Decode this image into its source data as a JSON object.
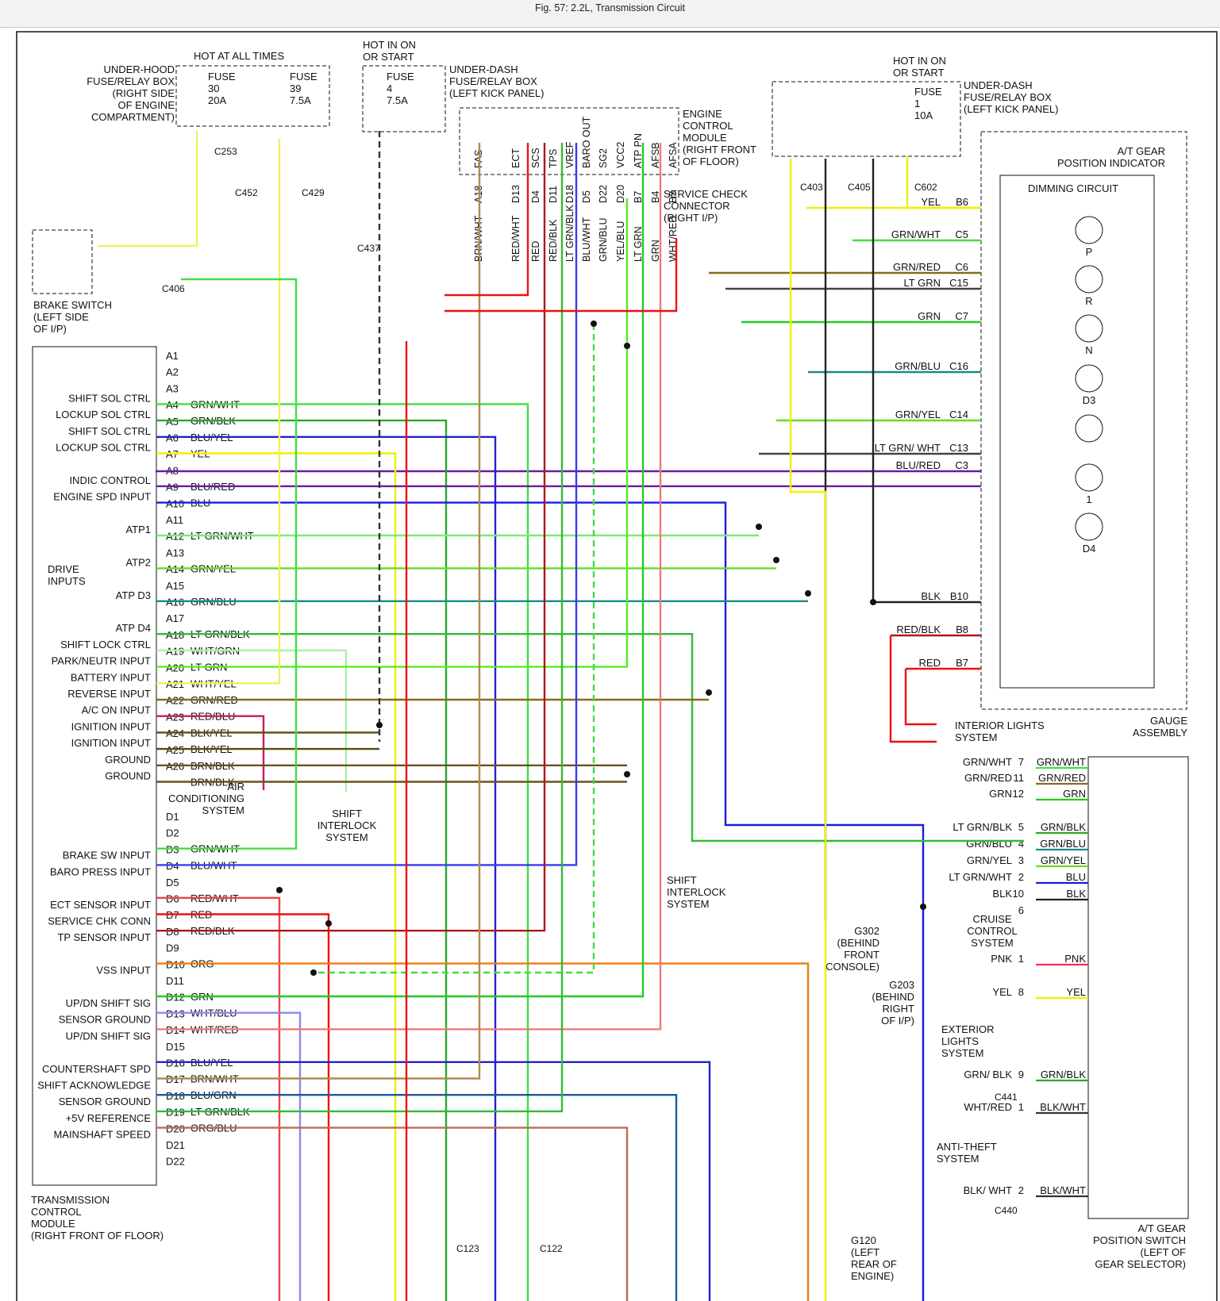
{
  "title": "Fig. 57: 2.2L, Transmission Circuit",
  "power": {
    "hot_at_all_times": "HOT AT ALL TIMES",
    "hot_in_on_or_start": [
      "HOT IN ON",
      "OR START"
    ],
    "underhood_box": [
      "UNDER-HOOD",
      "FUSE/RELAY BOX",
      "(RIGHT SIDE",
      "OF ENGINE",
      "COMPARTMENT)"
    ],
    "underdash_box": [
      "UNDER-DASH",
      "FUSE/RELAY BOX",
      "(LEFT KICK PANEL)"
    ],
    "fuse30": [
      "FUSE",
      "30",
      "20A"
    ],
    "fuse39": [
      "FUSE",
      "39",
      "7.5A"
    ],
    "fuse4": [
      "FUSE",
      "4",
      "7.5A"
    ],
    "fuse1": [
      "FUSE",
      "1",
      "10A"
    ]
  },
  "ecm": {
    "label": [
      "ENGINE",
      "CONTROL",
      "MODULE",
      "(RIGHT FRONT",
      "OF FLOOR)"
    ],
    "pins": [
      "FAS",
      "ECT",
      "SCS",
      "TPS",
      "VREF",
      "BARO OUT",
      "SG2",
      "VCC2",
      "ATP PN",
      "AFSB",
      "AFSA"
    ],
    "pin_ids": [
      "A18",
      "D13",
      "D4",
      "D11",
      "D18",
      "D5",
      "D22",
      "D20",
      "B7",
      "B4",
      "B3"
    ],
    "wires": [
      "BRN/WHT",
      "RED/WHT",
      "RED",
      "RED/BLK",
      "LT GRN/BLK",
      "BLU/WHT",
      "GRN/BLU",
      "YEL/BLU",
      "LT GRN",
      "GRN",
      "WHT/RED"
    ]
  },
  "service_check": [
    "SERVICE CHECK",
    "CONNECTOR",
    "(RIGHT I/P)"
  ],
  "tcm": {
    "label": [
      "TRANSMISSION",
      "CONTROL",
      "MODULE",
      "(RIGHT FRONT OF FLOOR)"
    ],
    "pins_a": [
      {
        "pin": "A1",
        "func": "",
        "wire": ""
      },
      {
        "pin": "A2",
        "func": "",
        "wire": ""
      },
      {
        "pin": "A3",
        "func": "SHIFT SOL CTRL",
        "wire": "GRN/WHT"
      },
      {
        "pin": "A4",
        "func": "LOCKUP SOL CTRL",
        "wire": "GRN/BLK"
      },
      {
        "pin": "A5",
        "func": "SHIFT SOL CTRL",
        "wire": "BLU/YEL"
      },
      {
        "pin": "A6",
        "func": "LOCKUP SOL CTRL",
        "wire": "YEL"
      },
      {
        "pin": "A7",
        "func": "",
        "wire": ""
      },
      {
        "pin": "A8",
        "func": "INDIC CONTROL",
        "wire": "BLU/RED"
      },
      {
        "pin": "A9",
        "func": "ENGINE SPD INPUT",
        "wire": "BLU"
      },
      {
        "pin": "A10",
        "func": "",
        "wire": ""
      },
      {
        "pin": "A11",
        "func": "ATP1",
        "wire": "LT GRN/WHT"
      },
      {
        "pin": "A12",
        "func": "",
        "wire": ""
      },
      {
        "pin": "A13",
        "func": "ATP2",
        "wire": "GRN/YEL"
      },
      {
        "pin": "A14",
        "func": "",
        "wire": ""
      },
      {
        "pin": "A15",
        "func": "ATP D3",
        "wire": "GRN/BLU"
      },
      {
        "pin": "A16",
        "func": "",
        "wire": ""
      },
      {
        "pin": "A17",
        "func": "ATP D4",
        "wire": "LT GRN/BLK"
      },
      {
        "pin": "A18",
        "func": "SHIFT LOCK CTRL",
        "wire": "WHT/GRN"
      },
      {
        "pin": "A19",
        "func": "PARK/NEUTR INPUT",
        "wire": "LT GRN"
      },
      {
        "pin": "A20",
        "func": "BATTERY INPUT",
        "wire": "WHT/YEL"
      },
      {
        "pin": "A21",
        "func": "REVERSE INPUT",
        "wire": "GRN/RED"
      },
      {
        "pin": "A22",
        "func": "A/C ON INPUT",
        "wire": "RED/BLU"
      },
      {
        "pin": "A23",
        "func": "IGNITION INPUT",
        "wire": "BLK/YEL"
      },
      {
        "pin": "A24",
        "func": "IGNITION INPUT",
        "wire": "BLK/YEL"
      },
      {
        "pin": "A25",
        "func": "GROUND",
        "wire": "BRN/BLK"
      },
      {
        "pin": "A26",
        "func": "GROUND",
        "wire": "BRN/BLK"
      }
    ],
    "pins_d": [
      {
        "pin": "D1",
        "func": "",
        "wire": ""
      },
      {
        "pin": "D2",
        "func": "BRAKE SW INPUT",
        "wire": "GRN/WHT"
      },
      {
        "pin": "D3",
        "func": "BARO PRESS INPUT",
        "wire": "BLU/WHT"
      },
      {
        "pin": "D4",
        "func": "",
        "wire": ""
      },
      {
        "pin": "D5",
        "func": "ECT SENSOR INPUT",
        "wire": "RED/WHT"
      },
      {
        "pin": "D6",
        "func": "SERVICE CHK CONN",
        "wire": "RED"
      },
      {
        "pin": "D7",
        "func": "TP SENSOR INPUT",
        "wire": "RED/BLK"
      },
      {
        "pin": "D8",
        "func": "",
        "wire": ""
      },
      {
        "pin": "D9",
        "func": "VSS INPUT",
        "wire": "ORG"
      },
      {
        "pin": "D10",
        "func": "",
        "wire": ""
      },
      {
        "pin": "D11",
        "func": "UP/DN SHIFT SIG",
        "wire": "GRN"
      },
      {
        "pin": "D12",
        "func": "SENSOR GROUND",
        "wire": "WHT/BLU"
      },
      {
        "pin": "D13",
        "func": "UP/DN SHIFT SIG",
        "wire": "WHT/RED"
      },
      {
        "pin": "D14",
        "func": "",
        "wire": ""
      },
      {
        "pin": "D15",
        "func": "COUNTERSHAFT SPD",
        "wire": "BLU/YEL"
      },
      {
        "pin": "D16",
        "func": "SHIFT ACKNOWLEDGE",
        "wire": "BRN/WHT"
      },
      {
        "pin": "D17",
        "func": "SENSOR GROUND",
        "wire": "BLU/GRN"
      },
      {
        "pin": "D18",
        "func": "+5V REFERENCE",
        "wire": "LT GRN/BLK"
      },
      {
        "pin": "D19",
        "func": "MAINSHAFT SPEED",
        "wire": "ORG/BLU"
      },
      {
        "pin": "D20",
        "func": "",
        "wire": ""
      },
      {
        "pin": "D21",
        "func": "",
        "wire": ""
      },
      {
        "pin": "D22",
        "func": "",
        "wire": ""
      }
    ],
    "drive_inputs": [
      "DRIVE",
      "INPUTS"
    ]
  },
  "brake_switch": [
    "BRAKE SWITCH",
    "(LEFT SIDE",
    "OF I/P)"
  ],
  "labels": {
    "air_cond": [
      "AIR",
      "CONDITIONING",
      "SYSTEM"
    ],
    "shift_interlock": [
      "SHIFT",
      "INTERLOCK",
      "SYSTEM"
    ],
    "interior_lights": [
      "INTERIOR LIGHTS",
      "SYSTEM"
    ],
    "gauge_assembly": [
      "GAUGE",
      "ASSEMBLY"
    ],
    "at_gear_indicator": [
      "A/T GEAR",
      "POSITION INDICATOR"
    ],
    "dimming": "DIMMING CIRCUIT",
    "cruise": [
      "CRUISE",
      "CONTROL",
      "SYSTEM"
    ],
    "exterior": [
      "EXTERIOR",
      "LIGHTS",
      "SYSTEM"
    ],
    "anti_theft": [
      "ANTI-THEFT",
      "SYSTEM"
    ],
    "at_switch": [
      "A/T GEAR",
      "POSITION SWITCH",
      "(LEFT OF",
      "GEAR SELECTOR)"
    ],
    "g302": [
      "G302",
      "(BEHIND",
      "FRONT",
      "CONSOLE)"
    ],
    "g203": [
      "G203",
      "(BEHIND",
      "RIGHT",
      "OF I/P)"
    ],
    "g120": [
      "G120",
      "(LEFT",
      "REAR OF",
      "ENGINE)"
    ]
  },
  "gauge_pins": [
    {
      "wire": "YEL",
      "pin": "B6"
    },
    {
      "wire": "GRN/WHT",
      "pin": "C5"
    },
    {
      "wire": "GRN/RED",
      "pin": "C6"
    },
    {
      "wire": "LT GRN",
      "pin": "C15"
    },
    {
      "wire": "GRN",
      "pin": "C7"
    },
    {
      "wire": "GRN/BLU",
      "pin": "C16"
    },
    {
      "wire": "GRN/YEL",
      "pin": "C14"
    },
    {
      "wire": "LT GRN/ WHT",
      "pin": "C13"
    },
    {
      "wire": "BLU/RED",
      "pin": "C3"
    },
    {
      "wire": "BLK",
      "pin": "B10"
    },
    {
      "wire": "RED/BLK",
      "pin": "B8"
    },
    {
      "wire": "RED",
      "pin": "B7"
    }
  ],
  "lamps": [
    "P",
    "R",
    "N",
    "D3",
    "",
    "1",
    "D4"
  ],
  "switch_pins": [
    {
      "left": "GRN/WHT",
      "num": "7",
      "right": "GRN/WHT"
    },
    {
      "left": "GRN/RED",
      "num": "11",
      "right": "GRN/RED"
    },
    {
      "left": "GRN",
      "num": "12",
      "right": "GRN"
    },
    {
      "left": "LT GRN/BLK",
      "num": "5",
      "right": "GRN/BLK"
    },
    {
      "left": "GRN/BLU",
      "num": "4",
      "right": "GRN/BLU"
    },
    {
      "left": "GRN/YEL",
      "num": "3",
      "right": "GRN/YEL"
    },
    {
      "left": "LT GRN/WHT",
      "num": "2",
      "right": "BLU"
    },
    {
      "left": "BLK",
      "num": "10",
      "right": "BLK"
    },
    {
      "left": "",
      "num": "6",
      "right": ""
    },
    {
      "left": "PNK",
      "num": "1",
      "right": "PNK"
    },
    {
      "left": "YEL",
      "num": "8",
      "right": "YEL"
    },
    {
      "left": "GRN/ BLK",
      "num": "9",
      "right": "GRN/BLK"
    },
    {
      "left": "WHT/RED",
      "num": "1",
      "right": "BLK/WHT"
    },
    {
      "left": "BLK/ WHT",
      "num": "2",
      "right": "BLK/WHT"
    }
  ],
  "connectors": [
    "C253",
    "C452",
    "C429",
    "C406",
    "C437",
    "C403",
    "C405",
    "C602",
    "C441",
    "C440",
    "C123",
    "C122"
  ]
}
